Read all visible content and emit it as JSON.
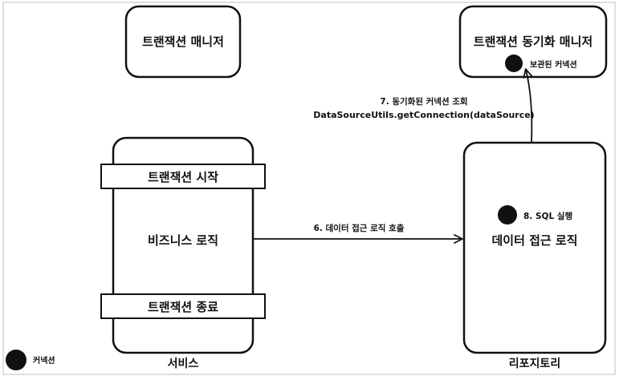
{
  "boxes": {
    "tx_manager": "트랜잭션 매니저",
    "tx_sync_manager": "트랜잭션 동기화 매니저",
    "service_tx_start": "트랜잭션 시작",
    "service_business": "비즈니스 로직",
    "service_tx_end": "트랜잭션 종료",
    "repository_data_access": "데이터 접근 로직"
  },
  "labels": {
    "stored_connection": "보관된 커넥션",
    "step7_line1": "7. 동기화된 커넥션 조회",
    "step7_line2": "DataSourceUtils.getConnection(dataSource)",
    "step6": "6. 데이터 접근 로직 호출",
    "step8": "8. SQL 실행",
    "service": "서비스",
    "repository": "리포지토리",
    "legend_connection": "커넥션"
  },
  "colors": {
    "stroke": "#111111",
    "frame": "#c8c8c8",
    "background": "#ffffff",
    "connection_dot": "#111111"
  }
}
